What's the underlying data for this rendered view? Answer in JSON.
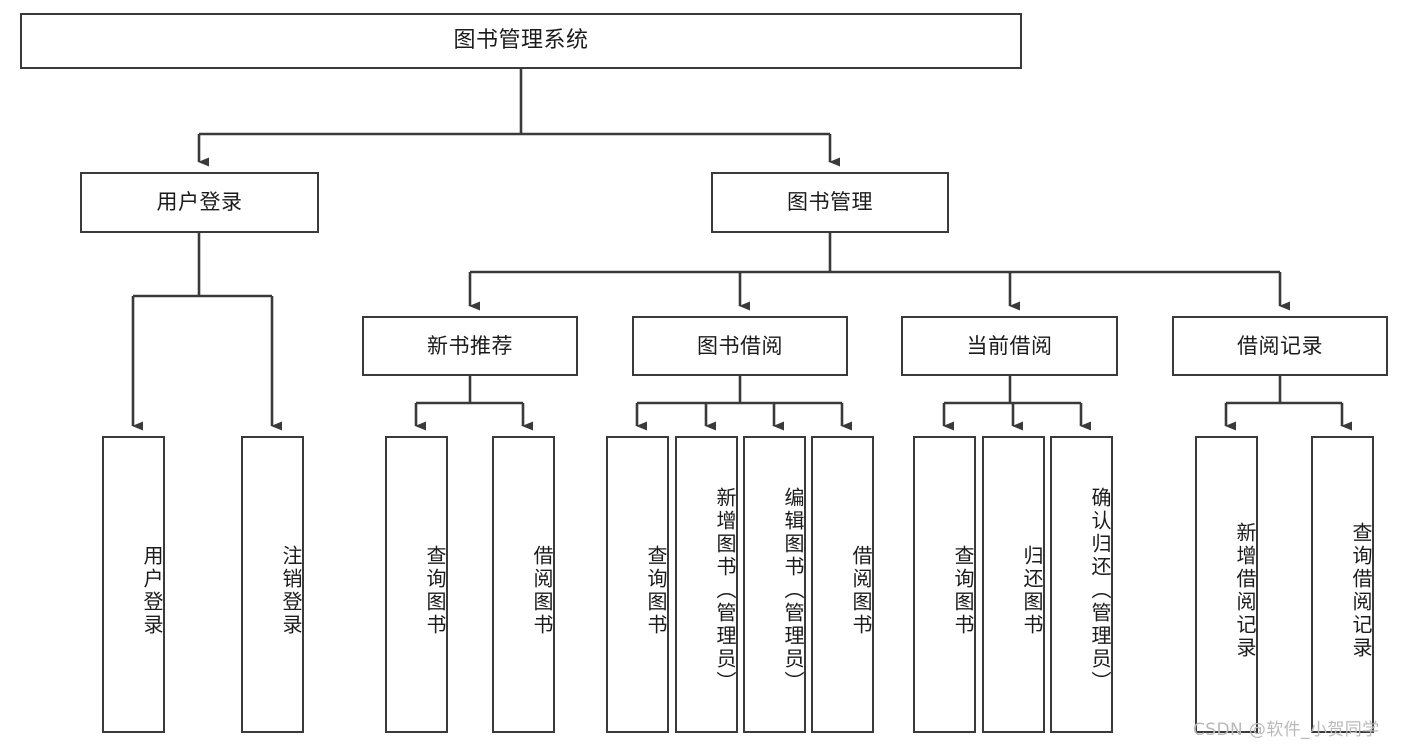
{
  "diagram": {
    "title": "图书管理系统",
    "root": {
      "label": "图书管理系统"
    },
    "level2": [
      {
        "label": "用户登录"
      },
      {
        "label": "图书管理"
      }
    ],
    "level3": [
      {
        "label": "新书推荐"
      },
      {
        "label": "图书借阅"
      },
      {
        "label": "当前借阅"
      },
      {
        "label": "借阅记录"
      }
    ],
    "leaves": {
      "user_login": [
        {
          "label": "用户登录"
        },
        {
          "label": "注销登录"
        }
      ],
      "new_book_recommend": [
        {
          "label": "查询图书"
        },
        {
          "label": "借阅图书"
        }
      ],
      "book_borrow": [
        {
          "label": "查询图书"
        },
        {
          "label": "新增图书（管理员）"
        },
        {
          "label": "编辑图书（管理员）"
        },
        {
          "label": "借阅图书"
        }
      ],
      "current_borrow": [
        {
          "label": "查询图书"
        },
        {
          "label": "归还图书"
        },
        {
          "label": "确认归还（管理员）"
        }
      ],
      "borrow_record": [
        {
          "label": "新增借阅记录"
        },
        {
          "label": "查询借阅记录"
        }
      ]
    },
    "watermark": "CSDN @软件_小贺同学",
    "colors": {
      "stroke": "#3a3a3a",
      "background": "#ffffff",
      "text": "#1b1b1b",
      "watermark": "#b9b9b9"
    }
  }
}
